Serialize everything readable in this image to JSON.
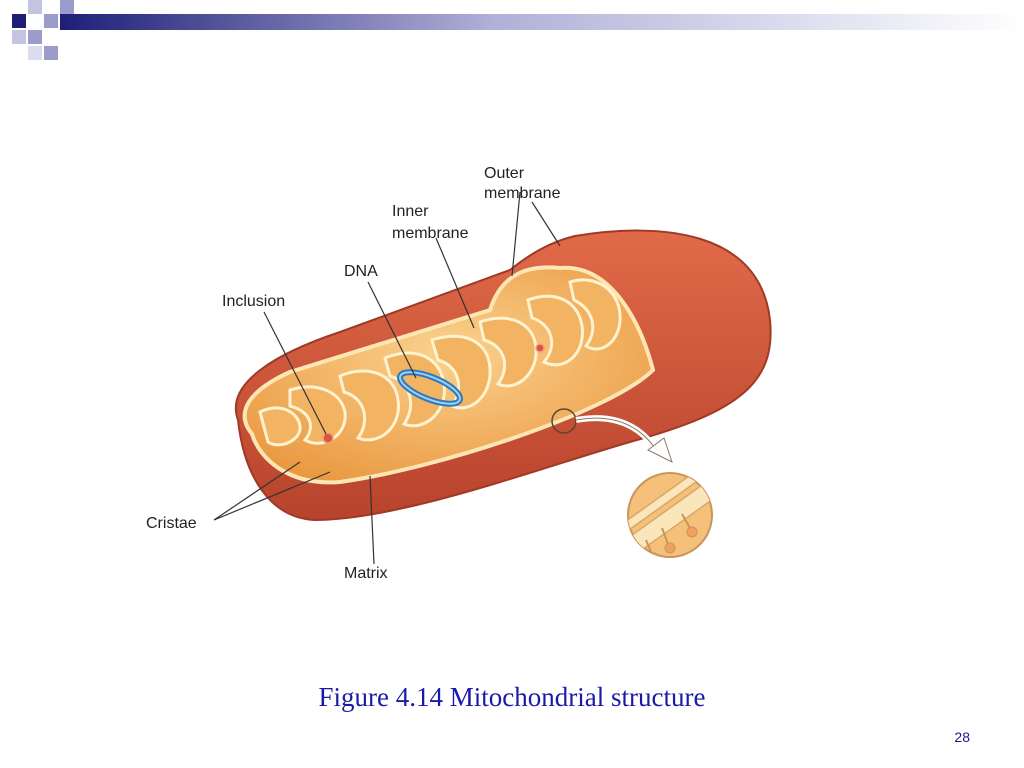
{
  "slide": {
    "caption": "Figure 4.14 Mitochondrial structure",
    "page_number": "28"
  },
  "diagram": {
    "labels": {
      "outer_membrane_line1": "Outer",
      "outer_membrane_line2": "membrane",
      "inner_membrane_line1": "Inner",
      "inner_membrane_line2": "membrane",
      "dna": "DNA",
      "inclusion": "Inclusion",
      "cristae": "Cristae",
      "matrix": "Matrix"
    }
  },
  "theme": {
    "caption_color": "#1a1aa8",
    "accent_navy": "#1e1e78",
    "accent_lavender": "#9c9ccc",
    "outer_membrane_color": "#cc5438",
    "matrix_color": "#f4b660",
    "dna_color": "#2a7ac0"
  }
}
